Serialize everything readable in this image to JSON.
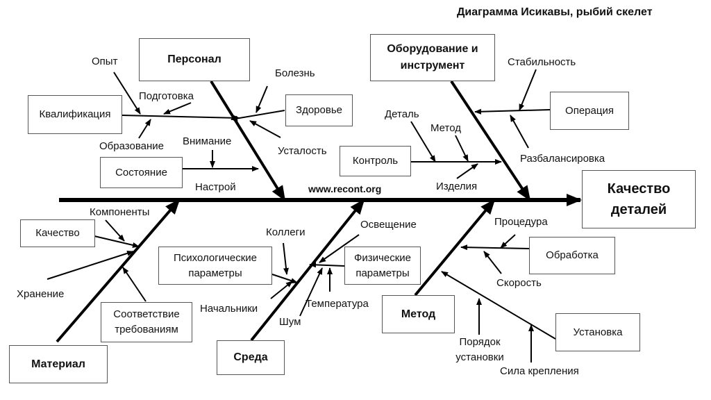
{
  "title": "Диаграмма Исикавы, рыбий скелет",
  "watermark": "www.recont.org",
  "effect": "Качество деталей",
  "categories": {
    "personnel": "Персонал",
    "equipment": "Оборудование и инструмент",
    "material": "Материал",
    "environment": "Среда",
    "method": "Метод"
  },
  "personnel": {
    "experience": "Опыт",
    "training": "Подготовка",
    "qualification": "Квалификация",
    "education": "Образование",
    "attention": "Внимание",
    "state": "Состояние",
    "mood": "Настрой",
    "illness": "Болезнь",
    "health": "Здоровье",
    "fatigue": "Усталость"
  },
  "equipment": {
    "stability": "Стабильность",
    "operation": "Операция",
    "imbalance": "Разбалансировка",
    "part": "Деталь",
    "method": "Метод",
    "control": "Контроль",
    "products": "Изделия"
  },
  "material": {
    "components": "Компоненты",
    "quality": "Качество",
    "storage": "Хранение",
    "compliance": "Соответствие требованиям"
  },
  "environment": {
    "colleagues": "Коллеги",
    "lighting": "Освещение",
    "psychological": "Психологические параметры",
    "physical": "Физические параметры",
    "bosses": "Начальники",
    "temperature": "Температура",
    "noise": "Шум"
  },
  "method": {
    "procedure": "Процедура",
    "processing": "Обработка",
    "speed": "Скорость",
    "installation": "Установка",
    "install_order": "Порядок установки",
    "mounting_force": "Сила крепления"
  }
}
